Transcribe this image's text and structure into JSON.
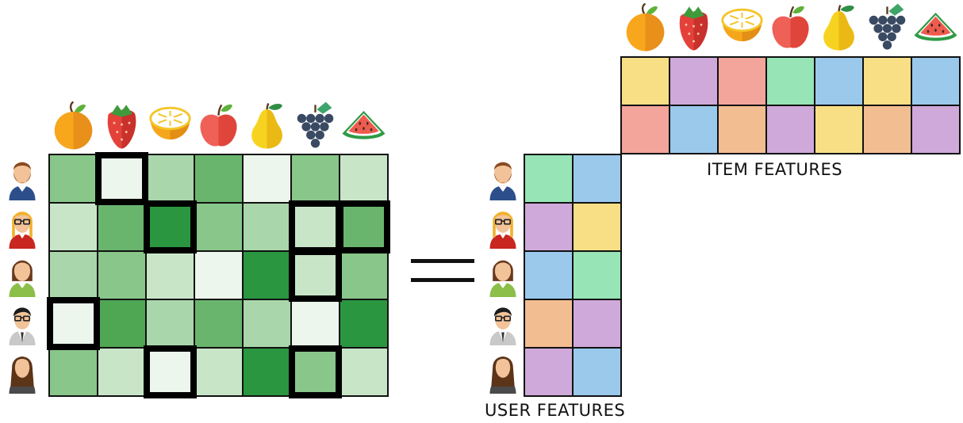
{
  "labels": {
    "item_features": "ITEM FEATURES",
    "user_features": "USER FEATURES"
  },
  "items": [
    "orange",
    "strawberry",
    "lemon",
    "apple",
    "pear",
    "grapes",
    "watermelon"
  ],
  "users": [
    "bearded-man",
    "blonde-woman-glasses",
    "woman",
    "man-glasses",
    "long-hair-woman"
  ],
  "colors": {
    "green_scale": [
      "#ecf6ec",
      "#c8e5c8",
      "#a9d6aa",
      "#88c68a",
      "#6ab56d",
      "#4fa653",
      "#2a9640"
    ],
    "feature_palette": {
      "yellow": "#f8df86",
      "purple": "#cfa9d9",
      "pink": "#f3a49b",
      "mint": "#97e4b6",
      "blue": "#9ac9ec",
      "peach": "#f2bd91"
    },
    "grid_line": "#111111"
  },
  "rating_matrix": [
    [
      3,
      0,
      2,
      4,
      0,
      3,
      1
    ],
    [
      1,
      4,
      6,
      3,
      2,
      1,
      4
    ],
    [
      2,
      3,
      1,
      0,
      6,
      1,
      3
    ],
    [
      0,
      5,
      2,
      4,
      2,
      0,
      6
    ],
    [
      3,
      1,
      0,
      1,
      6,
      3,
      1
    ]
  ],
  "highlighted_cells": [
    [
      0,
      1
    ],
    [
      1,
      2
    ],
    [
      1,
      5
    ],
    [
      1,
      6
    ],
    [
      2,
      5
    ],
    [
      3,
      0
    ],
    [
      4,
      2
    ],
    [
      4,
      5
    ]
  ],
  "item_features_matrix": [
    [
      "yellow",
      "purple",
      "pink",
      "mint",
      "blue",
      "yellow",
      "blue"
    ],
    [
      "pink",
      "blue",
      "peach",
      "purple",
      "yellow",
      "peach",
      "purple"
    ]
  ],
  "user_features_matrix": [
    [
      "mint",
      "blue"
    ],
    [
      "purple",
      "yellow"
    ],
    [
      "blue",
      "mint"
    ],
    [
      "peach",
      "purple"
    ],
    [
      "purple",
      "blue"
    ]
  ]
}
